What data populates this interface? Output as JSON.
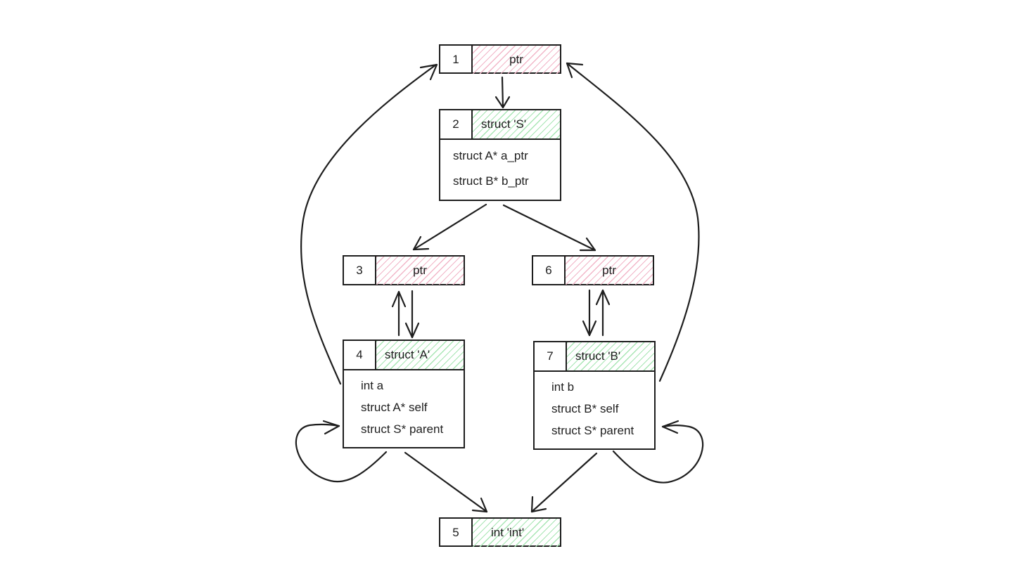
{
  "nodes": {
    "n1": {
      "id": "1",
      "type": "ptr"
    },
    "n2": {
      "id": "2",
      "type": "struct 'S'",
      "fields": [
        "struct A* a_ptr",
        "struct B* b_ptr"
      ]
    },
    "n3": {
      "id": "3",
      "type": "ptr"
    },
    "n4": {
      "id": "4",
      "type": "struct 'A'",
      "fields": [
        "int a",
        "struct A* self",
        "struct S* parent"
      ]
    },
    "n5": {
      "id": "5",
      "type": "int 'int'"
    },
    "n6": {
      "id": "6",
      "type": "ptr"
    },
    "n7": {
      "id": "7",
      "type": "struct 'B'",
      "fields": [
        "int b",
        "struct B* self",
        "struct S* parent"
      ]
    }
  },
  "colors": {
    "stroke": "#1e1e1e",
    "pointer_hatch": "#f2b6c8",
    "struct_hatch": "#a8e6b4",
    "background": "#ffffff"
  }
}
